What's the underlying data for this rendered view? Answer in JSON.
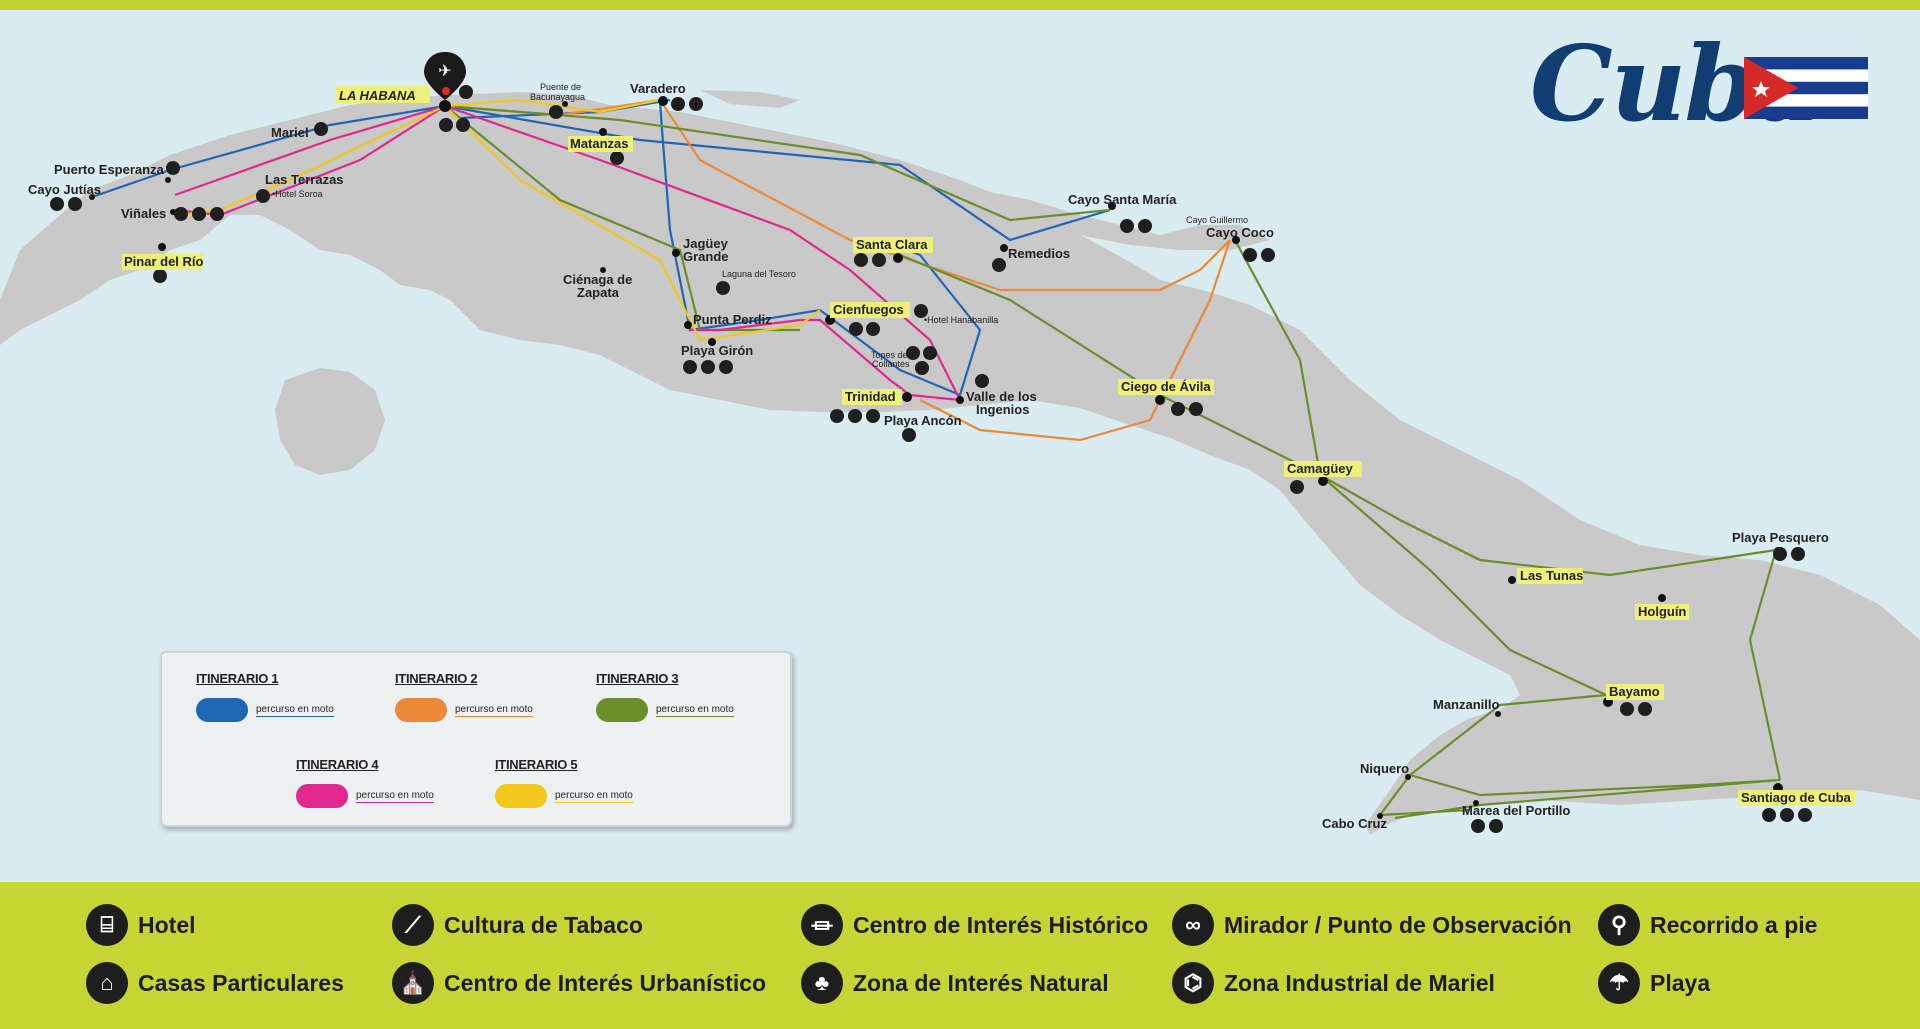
{
  "title": "Cuba",
  "colors": {
    "sea": "#d8ecf1",
    "land": "#c9c9c9",
    "legend_bar": "#c7d534",
    "itin1": "#1f66b4",
    "itin2": "#ec8a3a",
    "itin3": "#6a8e2c",
    "itin4": "#e0288f",
    "itin5": "#f2c81c",
    "title": "#123d73",
    "flag_blue": "#1a3c8f",
    "flag_red": "#d62a2a"
  },
  "places": {
    "la_habana": "LA HABANA",
    "mariel": "Mariel",
    "puerto_esperanza": "Puerto Esperanza",
    "cayo_jutias": "Cayo Jutías",
    "las_terrazas": "Las Terrazas",
    "hotel_soroa": "•Hotel Soroa",
    "vinales": "Viñales",
    "pinar_del_rio": "Pinar del Río",
    "puente_bacunayagua_1": "Puente de",
    "puente_bacunayagua_2": "Bacunayagua",
    "varadero": "Varadero",
    "matanzas": "Matanzas",
    "jaguey_1": "Jagüey",
    "jaguey_2": "Grande",
    "cienaga_1": "Ciénaga de",
    "cienaga_2": "Zapata",
    "laguna_tesoro": "Laguna del Tesoro",
    "punta_perdiz": "Punta Perdiz",
    "playa_giron": "Playa Girón",
    "cienfuegos": "Cienfuegos",
    "hotel_hanabanilla": "•Hotel Hanabanilla",
    "santa_clara": "Santa Clara",
    "remedios": "Remedios",
    "cayo_santa_maria": "Cayo Santa María",
    "cayo_guillermo": "Cayo Guillermo",
    "cayo_coco": "Cayo Coco",
    "topes_1": "Topes de",
    "topes_2": "Collantes",
    "trinidad": "Trinidad",
    "valle_1": "Valle de los",
    "valle_2": "Ingenios",
    "playa_ancon": "Playa Ancón",
    "ciego_de_avila": "Ciego de Ávila",
    "camaguey": "Camagüey",
    "las_tunas": "Las Tunas",
    "holguin": "Holguín",
    "playa_pesquero": "Playa Pesquero",
    "bayamo": "Bayamo",
    "manzanillo": "Manzanillo",
    "niquero": "Niquero",
    "cabo_cruz": "Cabo Cruz",
    "marea_del_portillo": "Marea del Portillo",
    "santiago_de_cuba": "Santiago de Cuba"
  },
  "itineraries": [
    {
      "label": "ITINERARIO 1",
      "text": "percurso en moto",
      "color": "#1f66b4"
    },
    {
      "label": "ITINERARIO 2",
      "text": "percurso en moto",
      "color": "#ec8a3a"
    },
    {
      "label": "ITINERARIO 3",
      "text": "percurso en moto",
      "color": "#6a8e2c"
    },
    {
      "label": "ITINERARIO 4",
      "text": "percurso en moto",
      "color": "#e0288f"
    },
    {
      "label": "ITINERARIO 5",
      "text": "percurso en moto",
      "color": "#f2c81c"
    }
  ],
  "legend": [
    {
      "label": "Hotel",
      "icon": "bed-icon",
      "glyph": "⌸"
    },
    {
      "label": "Casas Particulares",
      "icon": "house-icon",
      "glyph": "⌂"
    },
    {
      "label": "Cultura de Tabaco",
      "icon": "cigar-icon",
      "glyph": "⟋"
    },
    {
      "label": "Centro de Interés Urbanístico",
      "icon": "church-icon",
      "glyph": "⛪"
    },
    {
      "label": "Centro de Interés Histórico",
      "icon": "museum-icon",
      "glyph": "⏛"
    },
    {
      "label": "Zona de Interés Natural",
      "icon": "tree-icon",
      "glyph": "♣"
    },
    {
      "label": "Mirador / Punto de Observación",
      "icon": "binoculars-icon",
      "glyph": "∞"
    },
    {
      "label": "Zona Industrial de Mariel",
      "icon": "factory-icon",
      "glyph": "⌬"
    },
    {
      "label": "Recorrido a pie",
      "icon": "hiker-icon",
      "glyph": "⚲"
    },
    {
      "label": "Playa",
      "icon": "umbrella-icon",
      "glyph": "☂"
    }
  ]
}
